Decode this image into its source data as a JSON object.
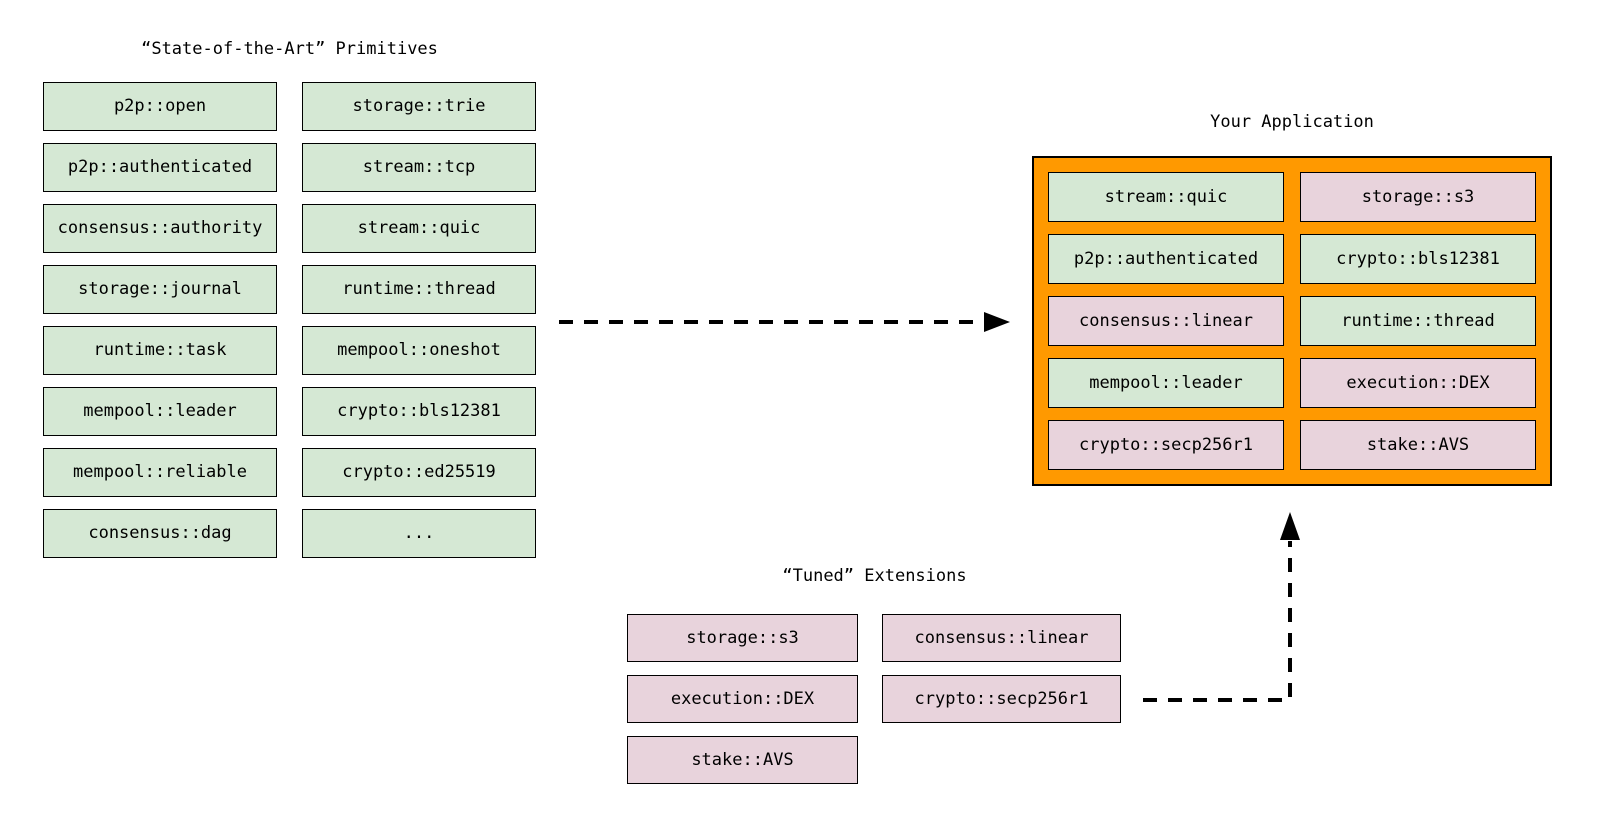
{
  "colors": {
    "primitive_fill": "#d5e8d4",
    "extension_fill": "#e8d3dc",
    "application_fill": "#ff9900",
    "box_border": "#000000",
    "arrow": "#000000",
    "background": "#ffffff"
  },
  "primitives": {
    "title": "“State-of-the-Art” Primitives",
    "col1": [
      "p2p::open",
      "p2p::authenticated",
      "consensus::authority",
      "storage::journal",
      "runtime::task",
      "mempool::leader",
      "mempool::reliable",
      "consensus::dag"
    ],
    "col2": [
      "storage::trie",
      "stream::tcp",
      "stream::quic",
      "runtime::thread",
      "mempool::oneshot",
      "crypto::bls12381",
      "crypto::ed25519",
      "..."
    ]
  },
  "application": {
    "title": "Your Application",
    "cells": [
      {
        "label": "stream::quic",
        "variant": "green"
      },
      {
        "label": "storage::s3",
        "variant": "pink"
      },
      {
        "label": "p2p::authenticated",
        "variant": "green"
      },
      {
        "label": "crypto::bls12381",
        "variant": "green"
      },
      {
        "label": "consensus::linear",
        "variant": "pink"
      },
      {
        "label": "runtime::thread",
        "variant": "green"
      },
      {
        "label": "mempool::leader",
        "variant": "green"
      },
      {
        "label": "execution::DEX",
        "variant": "pink"
      },
      {
        "label": "crypto::secp256r1",
        "variant": "pink"
      },
      {
        "label": "stake::AVS",
        "variant": "pink"
      }
    ]
  },
  "extensions": {
    "title": "“Tuned” Extensions",
    "col1": [
      "storage::s3",
      "execution::DEX",
      "stake::AVS"
    ],
    "col2": [
      "consensus::linear",
      "crypto::secp256r1"
    ]
  }
}
